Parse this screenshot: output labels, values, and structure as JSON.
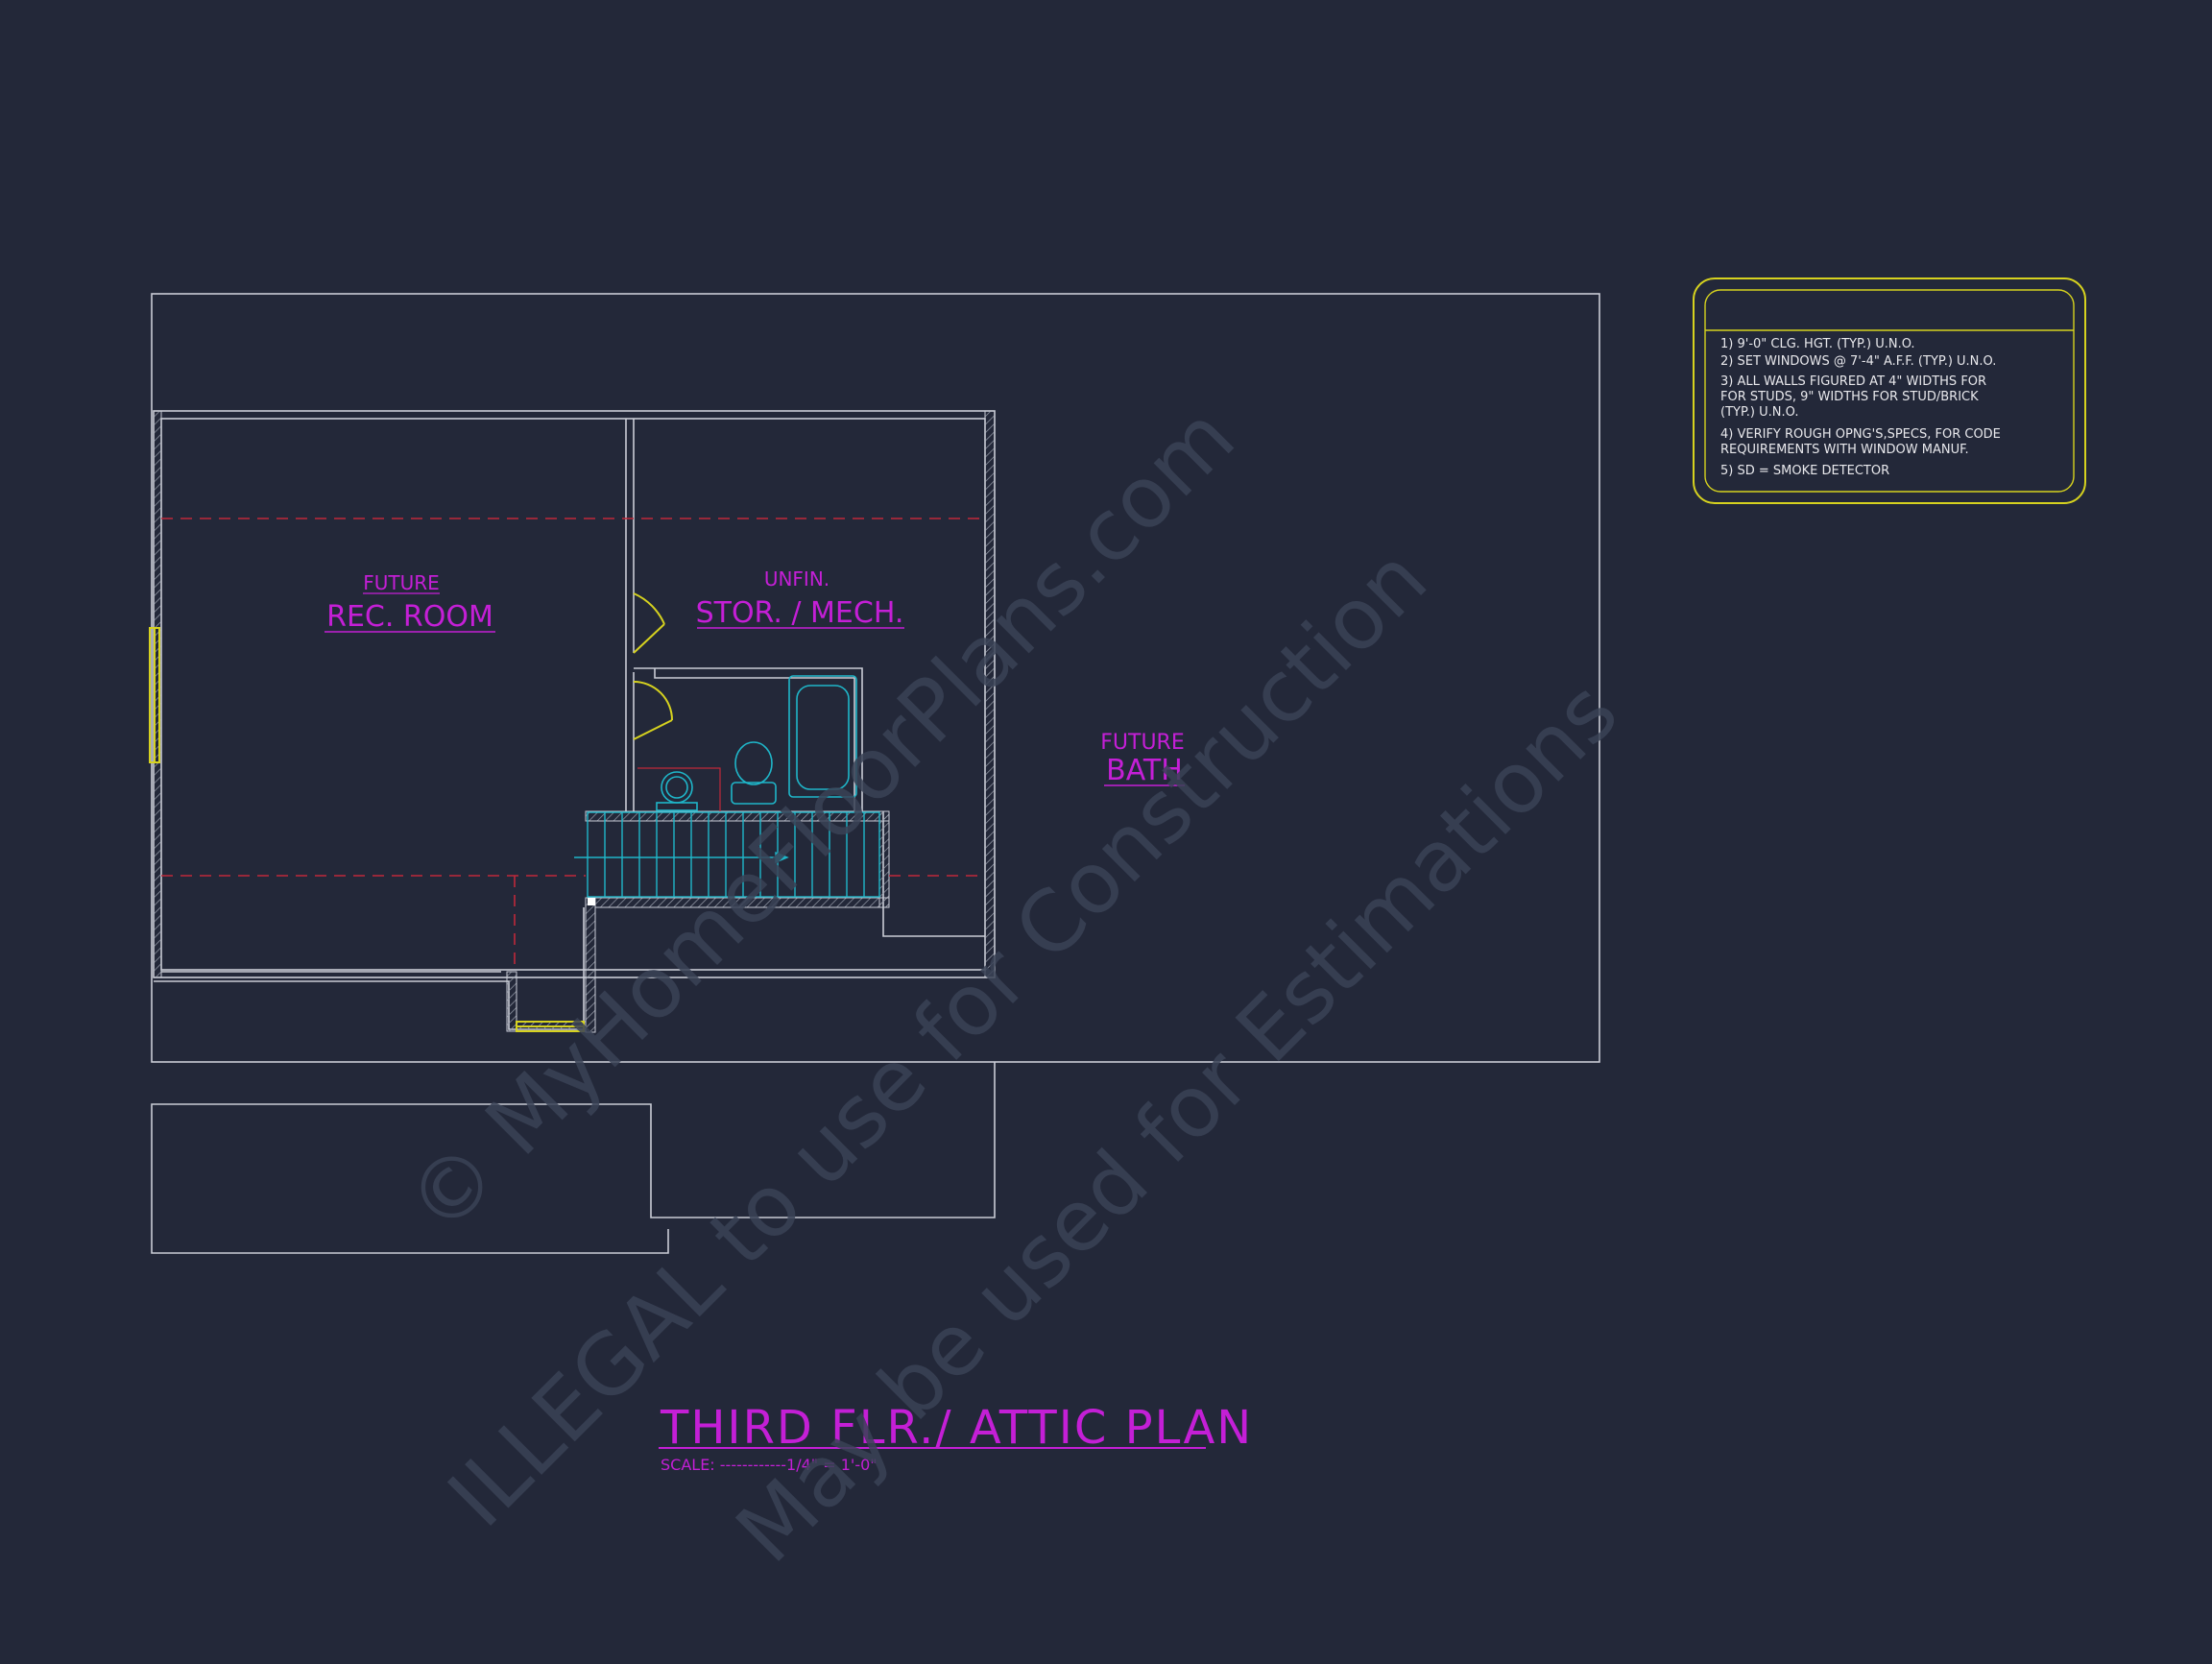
{
  "colors": {
    "background": "#232839",
    "wall": "#c9ccd6",
    "annotation": "#c41fd6",
    "fixture": "#1fb6c9",
    "window_door": "#d6d21f",
    "dashed_line": "#c0283a",
    "notes_border": "#d6d21f",
    "watermark": "#3a4256"
  },
  "rooms": {
    "rec_room": {
      "line1": "FUTURE",
      "line2": "REC. ROOM"
    },
    "storage": {
      "line1": "UNFIN.",
      "line2": "STOR. / MECH."
    },
    "bath": {
      "line1": "FUTURE",
      "line2": "BATH"
    }
  },
  "title": {
    "main": "THIRD FLR./ ATTIC PLAN",
    "scale": "SCALE: ------------1/4\" = 1'-0\""
  },
  "notes": [
    "1) 9'-0\"  CLG. HGT. (TYP.) U.N.O.",
    "2) SET WINDOWS @ 7'-4\" A.F.F. (TYP.) U.N.O.",
    "3) ALL WALLS FIGURED AT 4\" WIDTHS FOR",
    "    FOR STUDS, 9\" WIDTHS FOR STUD/BRICK",
    "    (TYP.) U.N.O.",
    "4) VERIFY ROUGH OPNG'S,SPECS, FOR CODE",
    "    REQUIREMENTS WITH WINDOW MANUF.",
    "5) SD = SMOKE DETECTOR"
  ],
  "watermark": {
    "line1": "© MyHomeFloorPlans.com",
    "line2": "ILLEGAL to use for Construction",
    "line3": "May be used for Estimations"
  }
}
